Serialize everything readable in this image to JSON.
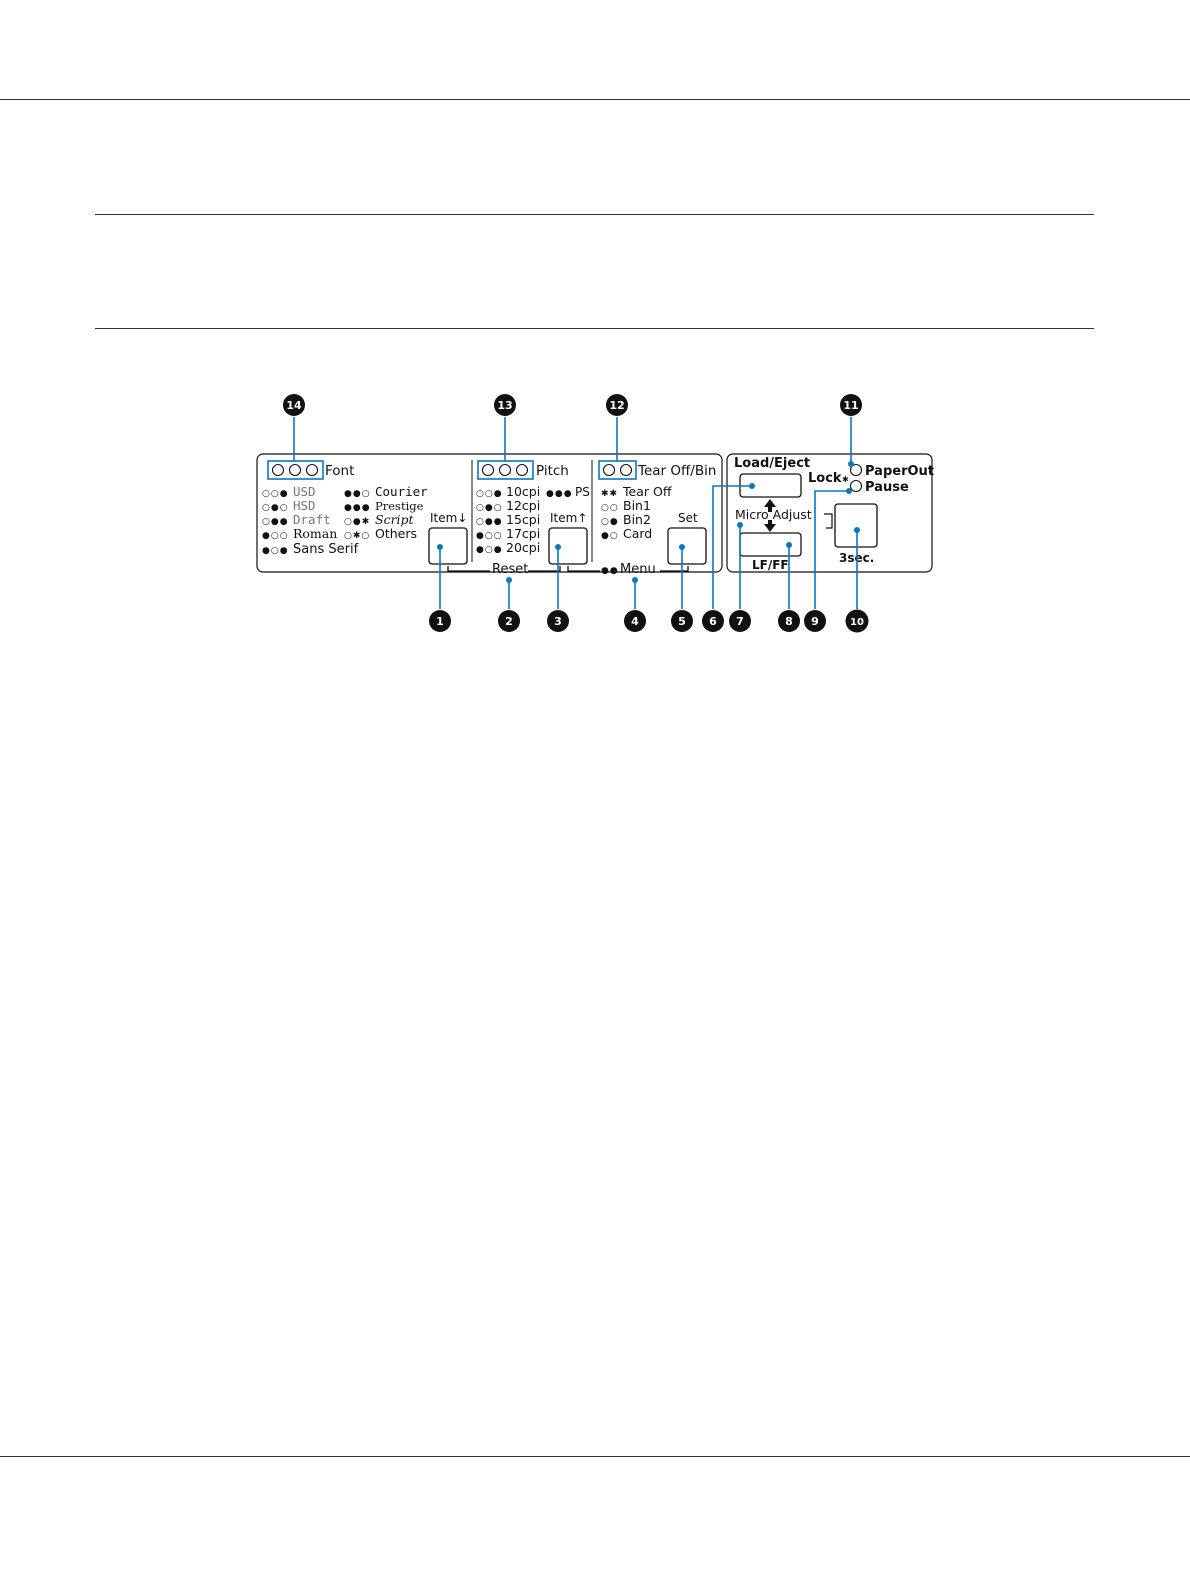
{
  "colors": {
    "callout": "#0a78b9",
    "ink": "#111111",
    "circle_fill": "#111111"
  },
  "panel": {
    "font": {
      "title": "Font",
      "col1": [
        "USD",
        "HSD",
        "Draft",
        "Roman",
        "Sans Serif"
      ],
      "col2": [
        "Courier",
        "Prestige",
        "Script",
        "Others"
      ],
      "button": "Item↓"
    },
    "pitch": {
      "title": "Pitch",
      "items": [
        "10cpi",
        "12cpi",
        "15cpi",
        "17cpi",
        "20cpi"
      ],
      "ps": "PS",
      "button": "Item↑"
    },
    "tearoff": {
      "title": "Tear Off/Bin",
      "items": [
        "Tear Off",
        "Bin1",
        "Bin2",
        "Card"
      ],
      "button": "Set"
    },
    "reset": "Reset",
    "menu": "Menu",
    "right": {
      "load_eject": "Load/Eject",
      "micro_adjust": "Micro Adjust",
      "lf_ff": "LF/FF",
      "lock": "Lock",
      "paper_out": "PaperOut",
      "pause": "Pause",
      "three_sec": "3sec."
    }
  },
  "callouts": {
    "top": [
      "14",
      "13",
      "12",
      "11"
    ],
    "bottom": [
      "1",
      "2",
      "3",
      "4",
      "5",
      "6",
      "7",
      "8",
      "9",
      "10"
    ]
  }
}
